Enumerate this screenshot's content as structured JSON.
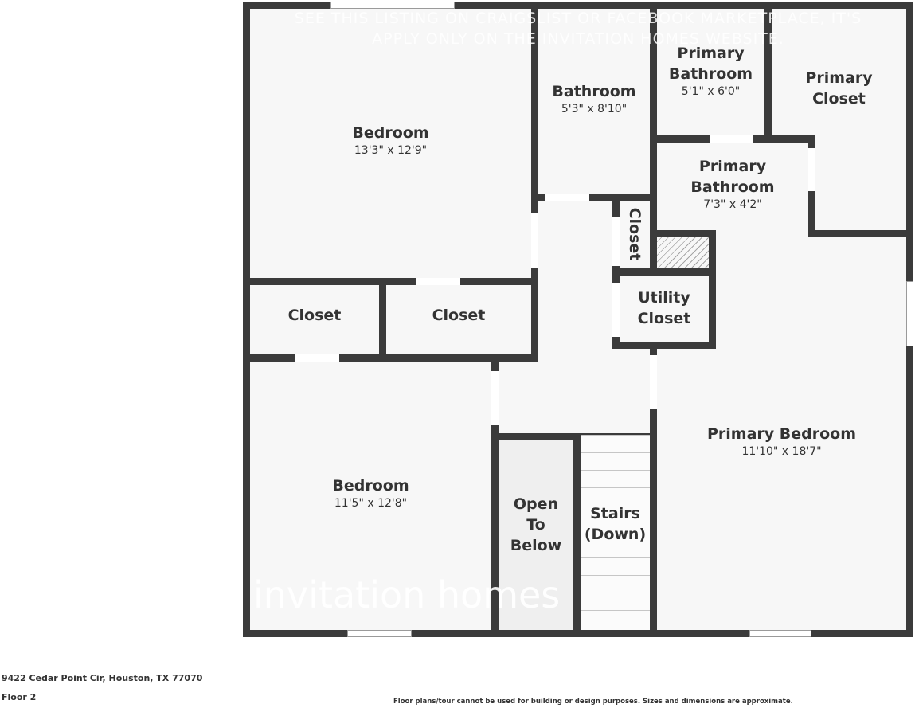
{
  "watermark": {
    "line1": "SEE THIS LISTING ON CRAIGSLIST OR FACEBOOK MARKETPLACE, IT'S",
    "line2": "APPLY ONLY ON THE INVITATION HOMES WEBSITE.",
    "brand": "invitation homes"
  },
  "rooms": {
    "bedroom_nw": {
      "name": "Bedroom",
      "dim": "13'3\" x 12'9\""
    },
    "bathroom": {
      "name": "Bathroom",
      "dim": "5'3\" x 8'10\""
    },
    "primary_bath_small": {
      "name1": "Primary",
      "name2": "Bathroom",
      "dim": "5'1\" x 6'0\""
    },
    "primary_closet": {
      "name1": "Primary",
      "name2": "Closet"
    },
    "primary_bath_large": {
      "name1": "Primary",
      "name2": "Bathroom",
      "dim": "7'3\" x 4'2\""
    },
    "hall_closet": {
      "name": "Closet"
    },
    "utility_closet": {
      "name1": "Utility",
      "name2": "Closet"
    },
    "closet_left": {
      "name": "Closet"
    },
    "closet_right": {
      "name": "Closet"
    },
    "bedroom_sw": {
      "name": "Bedroom",
      "dim": "11'5\" x 12'8\""
    },
    "open_to_below": {
      "name1": "Open",
      "name2": "To",
      "name3": "Below"
    },
    "stairs": {
      "name1": "Stairs",
      "name2": "(Down)"
    },
    "primary_bedroom": {
      "name": "Primary Bedroom",
      "dim": "11'10\" x 18'7\""
    }
  },
  "footer": {
    "address": "9422 Cedar Point Cir, Houston, TX 77070",
    "floor": "Floor 2",
    "disclaimer": "Floor plans/tour cannot be used for building or design purposes. Sizes and dimensions are approximate."
  },
  "colors": {
    "wall": "#3b3b3b",
    "floor": "#f7f7f7",
    "open_area": "#efefef"
  }
}
